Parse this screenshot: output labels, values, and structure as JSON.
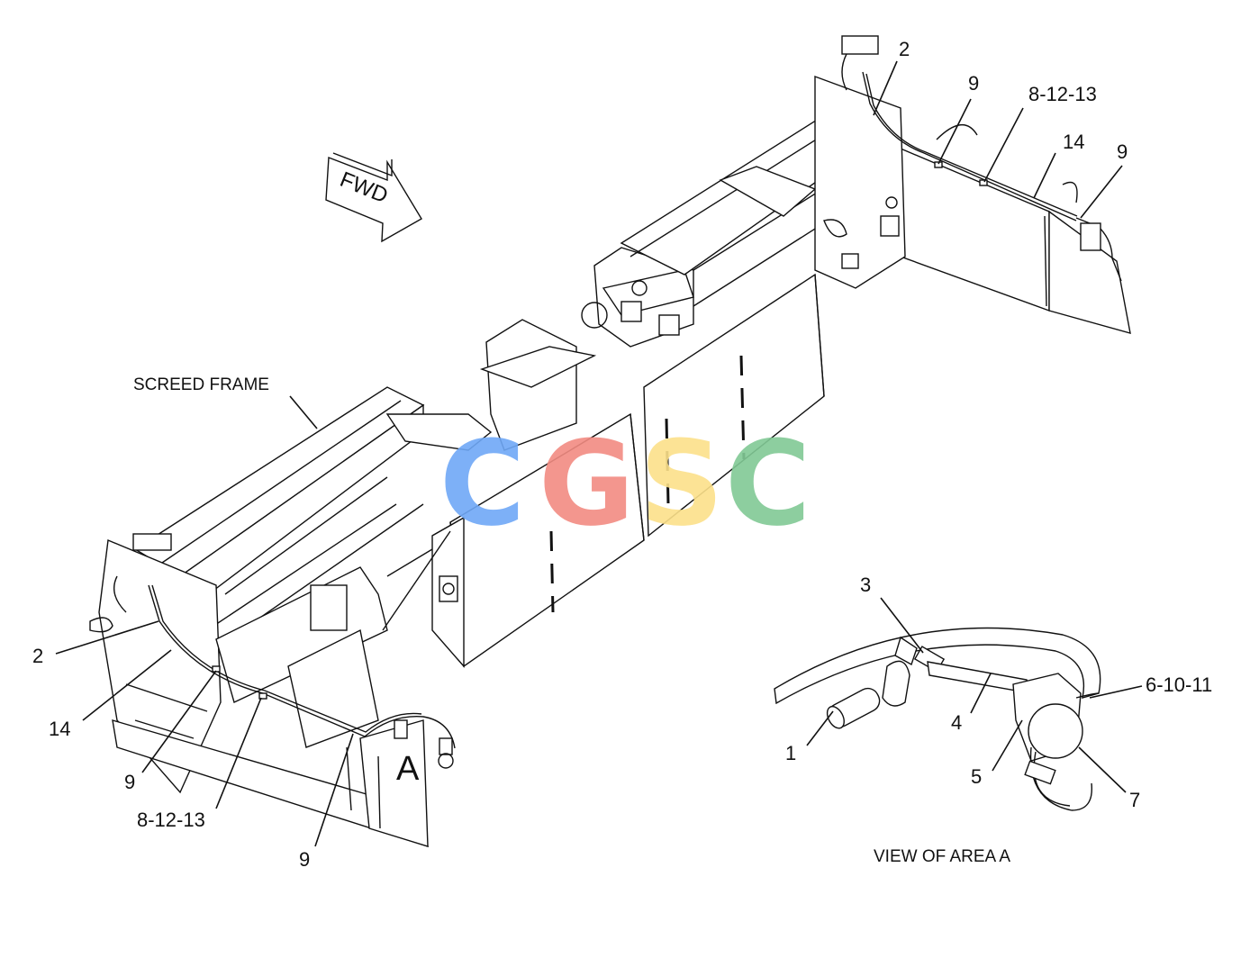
{
  "diagram": {
    "frame_label": "SCREED FRAME",
    "direction_label": "FWD",
    "area_letter": "A",
    "detail_caption": "VIEW OF AREA A",
    "watermark": {
      "letters": [
        "C",
        "G",
        "S",
        "C"
      ],
      "colors": [
        "#6fa8f7",
        "#f28b82",
        "#fce18a",
        "#81c995"
      ]
    },
    "callouts_right_end": [
      "2",
      "9",
      "8-12-13",
      "14",
      "9"
    ],
    "callouts_left_end": [
      "2",
      "14",
      "9",
      "8-12-13",
      "9"
    ],
    "callouts_detail": [
      "3",
      "4",
      "1",
      "5",
      "6-10-11",
      "7"
    ]
  }
}
